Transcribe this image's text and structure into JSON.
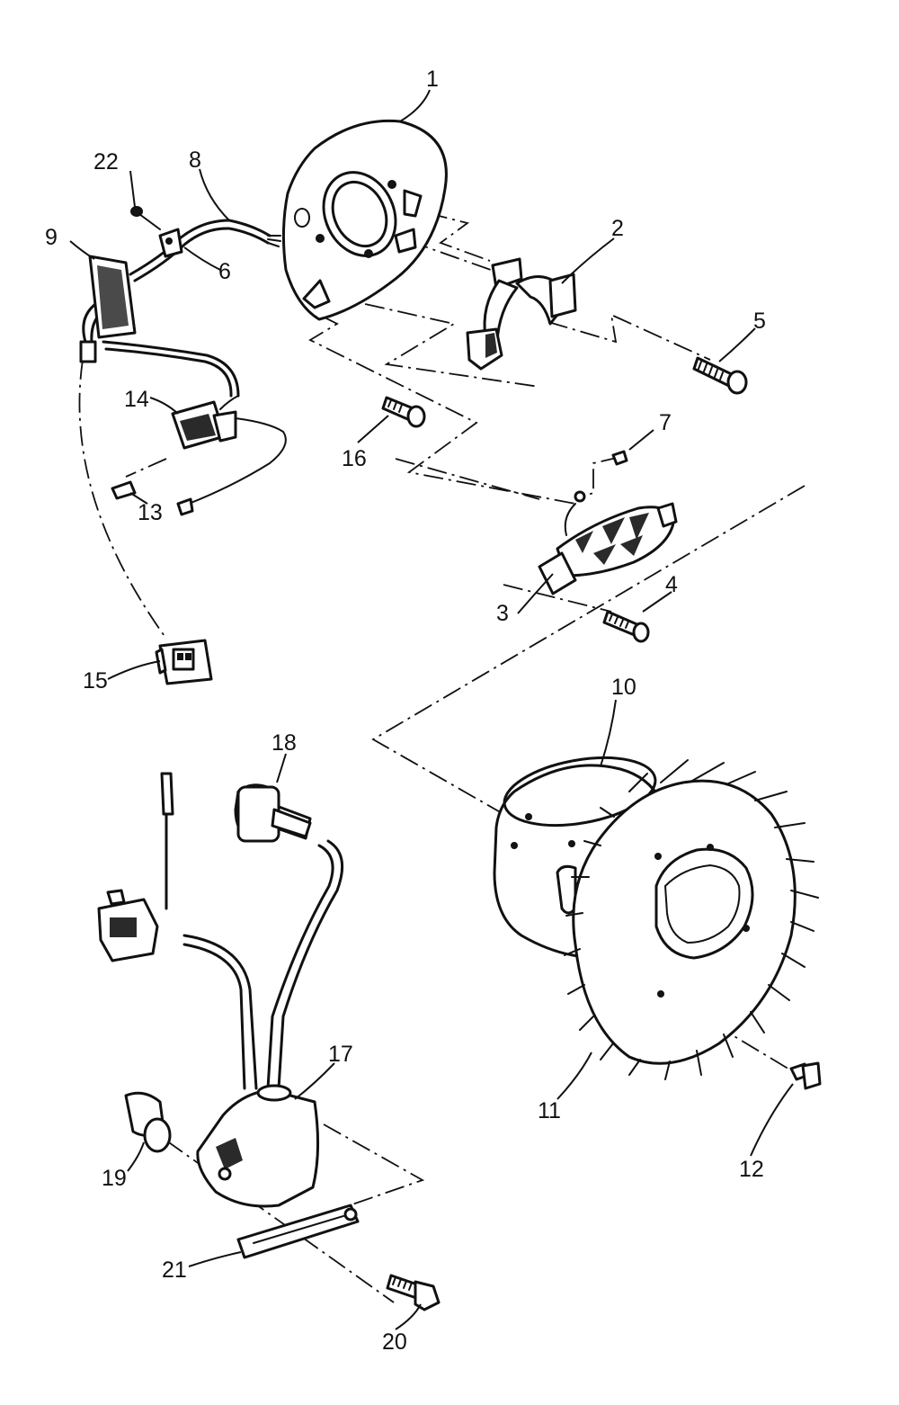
{
  "colors": {
    "ink": "#111111",
    "paper": "#ffffff"
  },
  "callouts": [
    {
      "id": "p1",
      "label": "1"
    },
    {
      "id": "p2",
      "label": "2"
    },
    {
      "id": "p3",
      "label": "3"
    },
    {
      "id": "p4",
      "label": "4"
    },
    {
      "id": "p5",
      "label": "5"
    },
    {
      "id": "p6",
      "label": "6"
    },
    {
      "id": "p7",
      "label": "7"
    },
    {
      "id": "p8",
      "label": "8"
    },
    {
      "id": "p9",
      "label": "9"
    },
    {
      "id": "p10",
      "label": "10"
    },
    {
      "id": "p11",
      "label": "11"
    },
    {
      "id": "p12",
      "label": "12"
    },
    {
      "id": "p13",
      "label": "13"
    },
    {
      "id": "p14",
      "label": "14"
    },
    {
      "id": "p15",
      "label": "15"
    },
    {
      "id": "p16",
      "label": "16"
    },
    {
      "id": "p17",
      "label": "17"
    },
    {
      "id": "p18",
      "label": "18"
    },
    {
      "id": "p19",
      "label": "19"
    },
    {
      "id": "p20",
      "label": "20"
    },
    {
      "id": "p21",
      "label": "21"
    },
    {
      "id": "p22",
      "label": "22"
    }
  ]
}
